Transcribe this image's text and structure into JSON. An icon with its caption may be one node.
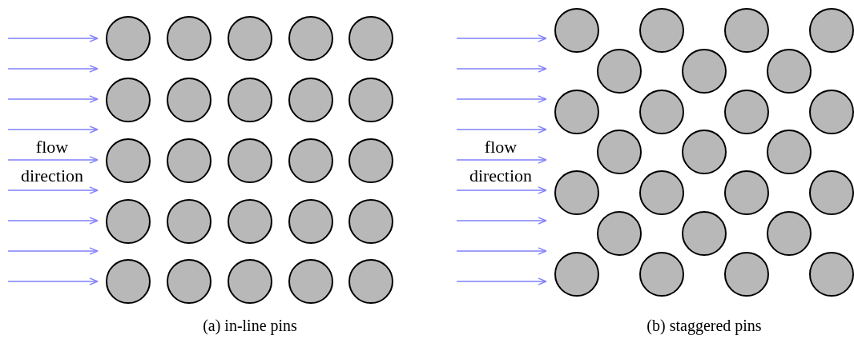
{
  "diagram": {
    "labels": [
      "flow direction",
      "(a) in-line pins",
      "flow direction",
      "(b) staggered pins"
    ]
  }
}
